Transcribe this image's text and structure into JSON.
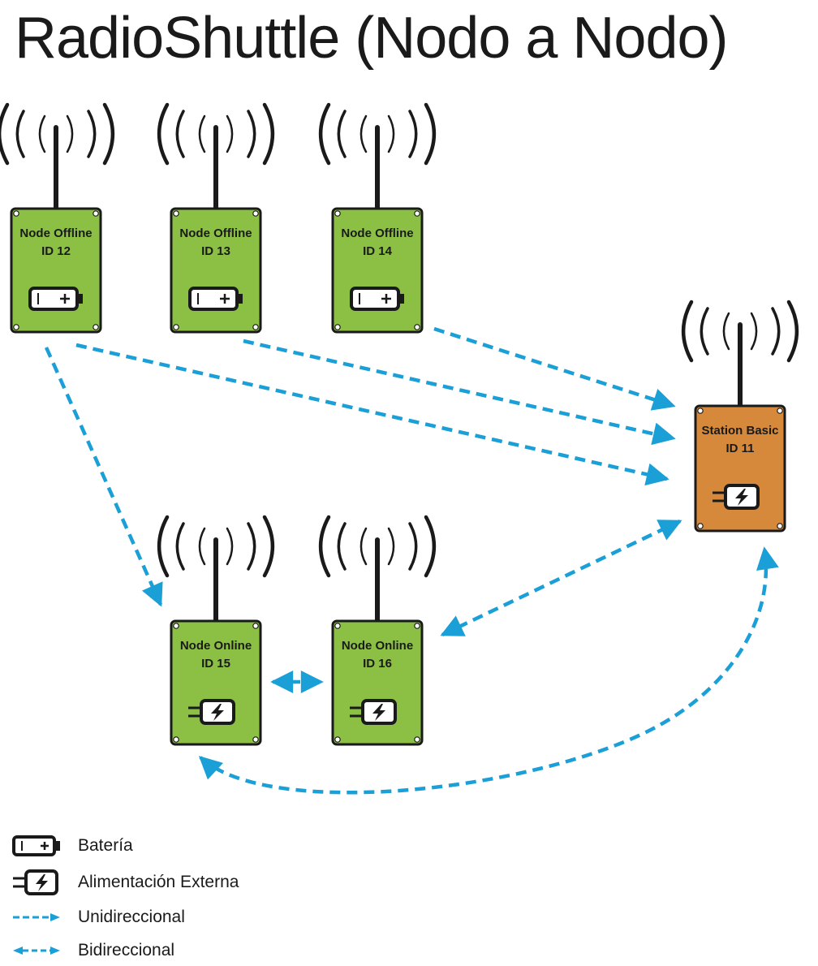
{
  "title": "RadioShuttle (Nodo a Nodo)",
  "colors": {
    "node_green": "#8bc045",
    "station_orange": "#d6893a",
    "arrow_blue": "#1a9fd7",
    "outline": "#1a1a1a"
  },
  "nodes": [
    {
      "id": "node12",
      "line1": "Node Offline",
      "line2": "ID 12",
      "power": "battery-icon"
    },
    {
      "id": "node13",
      "line1": "Node Offline",
      "line2": "ID 13",
      "power": "battery-icon"
    },
    {
      "id": "node14",
      "line1": "Node Offline",
      "line2": "ID 14",
      "power": "battery-icon"
    },
    {
      "id": "station11",
      "line1": "Station Basic",
      "line2": "ID 11",
      "power": "external-power-icon"
    },
    {
      "id": "node15",
      "line1": "Node Online",
      "line2": "ID 15",
      "power": "external-power-icon"
    },
    {
      "id": "node16",
      "line1": "Node Online",
      "line2": "ID 16",
      "power": "external-power-icon"
    }
  ],
  "links": [
    {
      "from": "node12",
      "to": "station11",
      "kind": "unidirectional"
    },
    {
      "from": "node13",
      "to": "station11",
      "kind": "unidirectional"
    },
    {
      "from": "node14",
      "to": "station11",
      "kind": "unidirectional"
    },
    {
      "from": "node12",
      "to": "node15",
      "kind": "unidirectional"
    },
    {
      "from": "node15",
      "to": "node16",
      "kind": "bidirectional"
    },
    {
      "from": "node16",
      "to": "station11",
      "kind": "bidirectional"
    },
    {
      "from": "node15",
      "to": "station11",
      "kind": "bidirectional"
    }
  ],
  "legend": [
    {
      "icon": "battery-icon",
      "label": "Batería"
    },
    {
      "icon": "external-power-icon",
      "label": "Alimentación Externa"
    },
    {
      "icon": "unidirectional-arrow-icon",
      "label": "Unidireccional"
    },
    {
      "icon": "bidirectional-arrow-icon",
      "label": "Bidireccional"
    }
  ]
}
